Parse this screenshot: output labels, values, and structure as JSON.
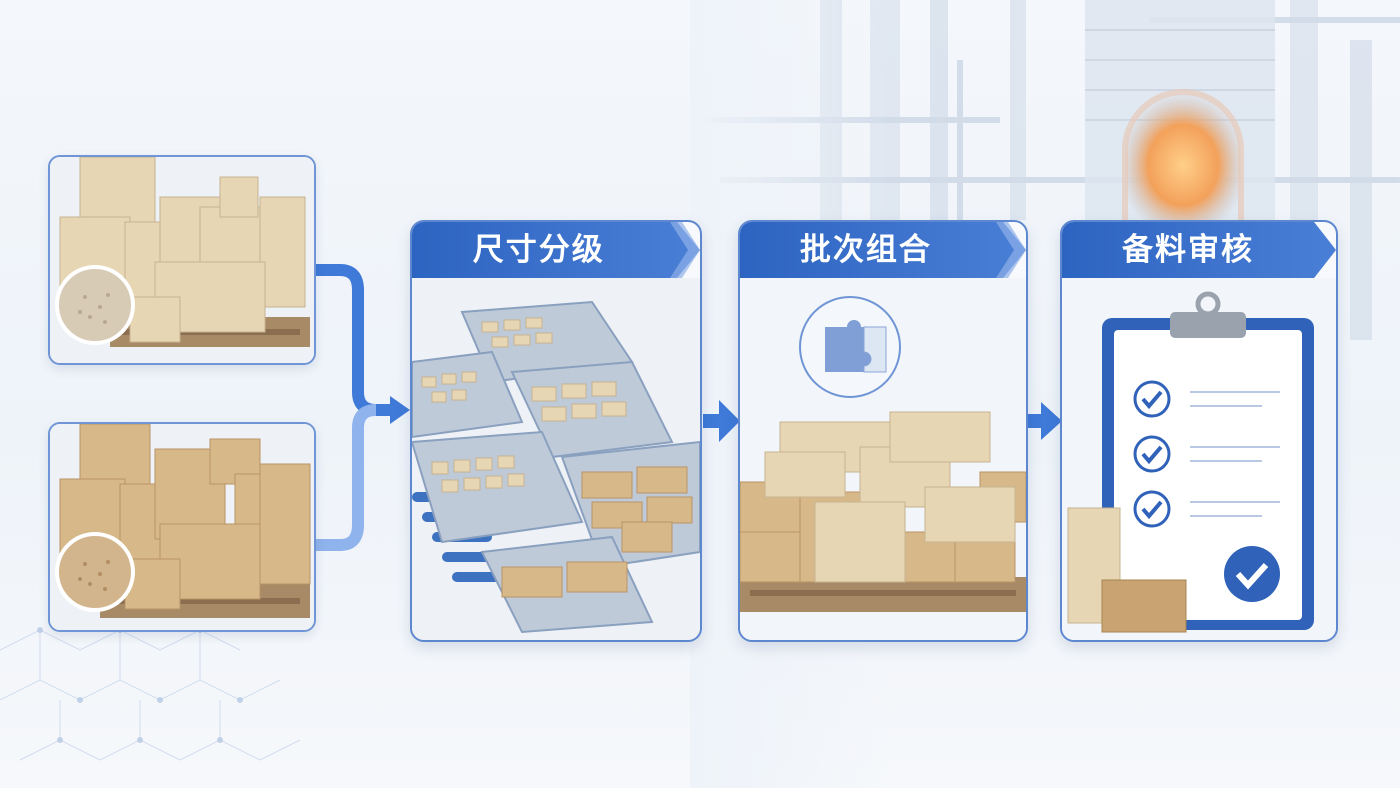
{
  "steps": [
    {
      "title": "尺寸分级"
    },
    {
      "title": "批次组合"
    },
    {
      "title": "备料审核"
    }
  ],
  "colors": {
    "accent": "#2d64c1",
    "arrow": "#3f7ad8",
    "brick_light": "#e6d6b4",
    "brick_dark": "#c9a472",
    "furnace_glow": "#f3a15a"
  },
  "icons": [
    "puzzle-icon",
    "clipboard-icon",
    "check-icon",
    "arrow-right-icon"
  ]
}
